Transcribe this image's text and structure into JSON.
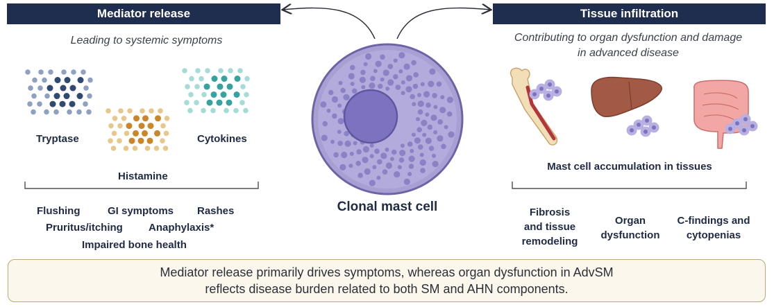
{
  "left": {
    "header": "Mediator release",
    "subtitle": "Leading to systemic symptoms",
    "mediators": [
      "Tryptase",
      "Histamine",
      "Cytokines"
    ],
    "symptoms": [
      "Flushing",
      "GI symptoms",
      "Rashes",
      "Pruritus/itching",
      "Anaphylaxis*",
      "Impaired bone health"
    ]
  },
  "center": {
    "label": "Clonal mast cell"
  },
  "right": {
    "header": "Tissue infiltration",
    "subtitle_line1": "Contributing to organ dysfunction and damage",
    "subtitle_line2": "in advanced disease",
    "accumulation": "Mast cell accumulation in tissues",
    "findings": [
      {
        "line1": "Fibrosis",
        "line2": "and tissue",
        "line3": "remodeling"
      },
      {
        "line1": "Organ",
        "line2": "dysfunction"
      },
      {
        "line1": "C-findings and",
        "line2": "cytopenias"
      }
    ]
  },
  "footer": {
    "line1": "Mediator release primarily drives symptoms, whereas organ dysfunction in AdvSM",
    "line2": "reflects disease burden related to both SM and AHN components."
  },
  "colors": {
    "header_bg": "#1f2d4f",
    "tryptase": "#3d5a80",
    "histamine": "#d39a3a",
    "cytokines": "#5bbdb8",
    "cell_body": "#a8a0d2",
    "cell_nucleus": "#7d72bf",
    "footer_border": "#b9a77a"
  }
}
